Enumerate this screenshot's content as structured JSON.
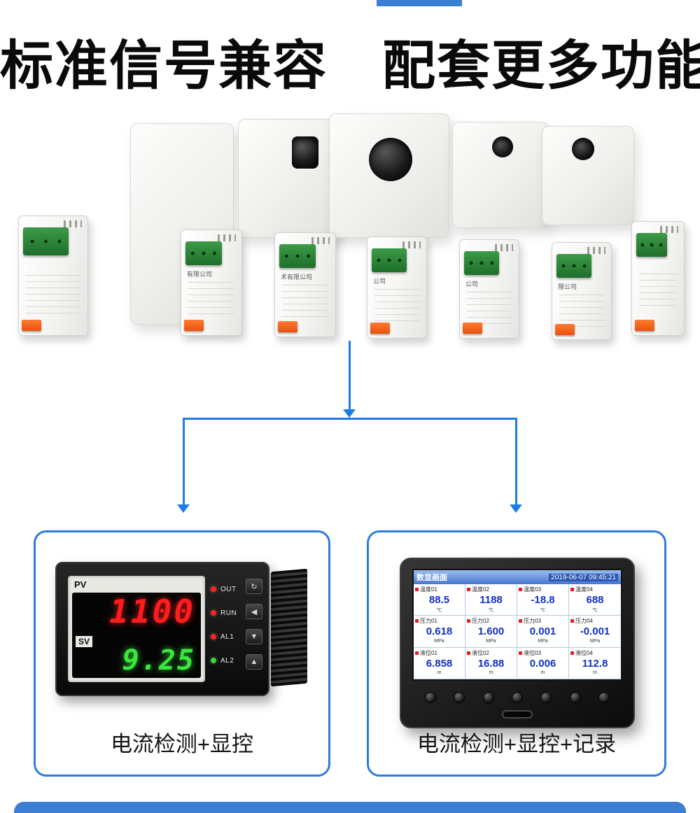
{
  "header": {
    "headline": "标准信号兼容　配套更多功能"
  },
  "modules": {
    "labels": [
      "有限公司",
      "术有限公司",
      "公司",
      "公司",
      "限公司"
    ]
  },
  "colors": {
    "accent_blue": "#2e7cd9",
    "arrow_blue": "#1e7ce2",
    "digit_red": "#ff1c1c",
    "digit_green": "#3ae63e",
    "value_blue": "#1030c0",
    "terminal_green": "#2e8a3a",
    "clip_orange": "#f05f1a"
  },
  "left_panel": {
    "caption": "电流检测+显控",
    "meter": {
      "pv_label": "PV",
      "sv_label": "SV",
      "pv_value": "1100",
      "sv_value": "9.25",
      "indicators": [
        {
          "label": "OUT",
          "color": "#ff2020"
        },
        {
          "label": "RUN",
          "color": "#ff2020"
        },
        {
          "label": "AL1",
          "color": "#ff2020"
        },
        {
          "label": "AL2",
          "color": "#2ee02e"
        }
      ],
      "buttons": [
        "↻",
        "◀",
        "▼",
        "▲"
      ]
    }
  },
  "right_panel": {
    "caption": "电流检测+显控+记录",
    "recorder": {
      "title": "数显画面",
      "timestamp": "2019-06-07 09:45:21",
      "channels": [
        {
          "name": "温度01",
          "value": "88.5",
          "unit": "℃"
        },
        {
          "name": "温度02",
          "value": "1188",
          "unit": "℃"
        },
        {
          "name": "温度03",
          "value": "-18.8",
          "unit": "℃"
        },
        {
          "name": "温度04",
          "value": "688",
          "unit": "℃"
        },
        {
          "name": "压力01",
          "value": "0.618",
          "unit": "MPa"
        },
        {
          "name": "压力02",
          "value": "1.600",
          "unit": "MPa"
        },
        {
          "name": "压力03",
          "value": "0.001",
          "unit": "MPa"
        },
        {
          "name": "压力04",
          "value": "-0.001",
          "unit": "MPa"
        },
        {
          "name": "液位01",
          "value": "6.858",
          "unit": "m"
        },
        {
          "name": "液位02",
          "value": "16.88",
          "unit": "m"
        },
        {
          "name": "液位03",
          "value": "0.006",
          "unit": "m"
        },
        {
          "name": "液位04",
          "value": "112.8",
          "unit": "m"
        }
      ]
    }
  }
}
